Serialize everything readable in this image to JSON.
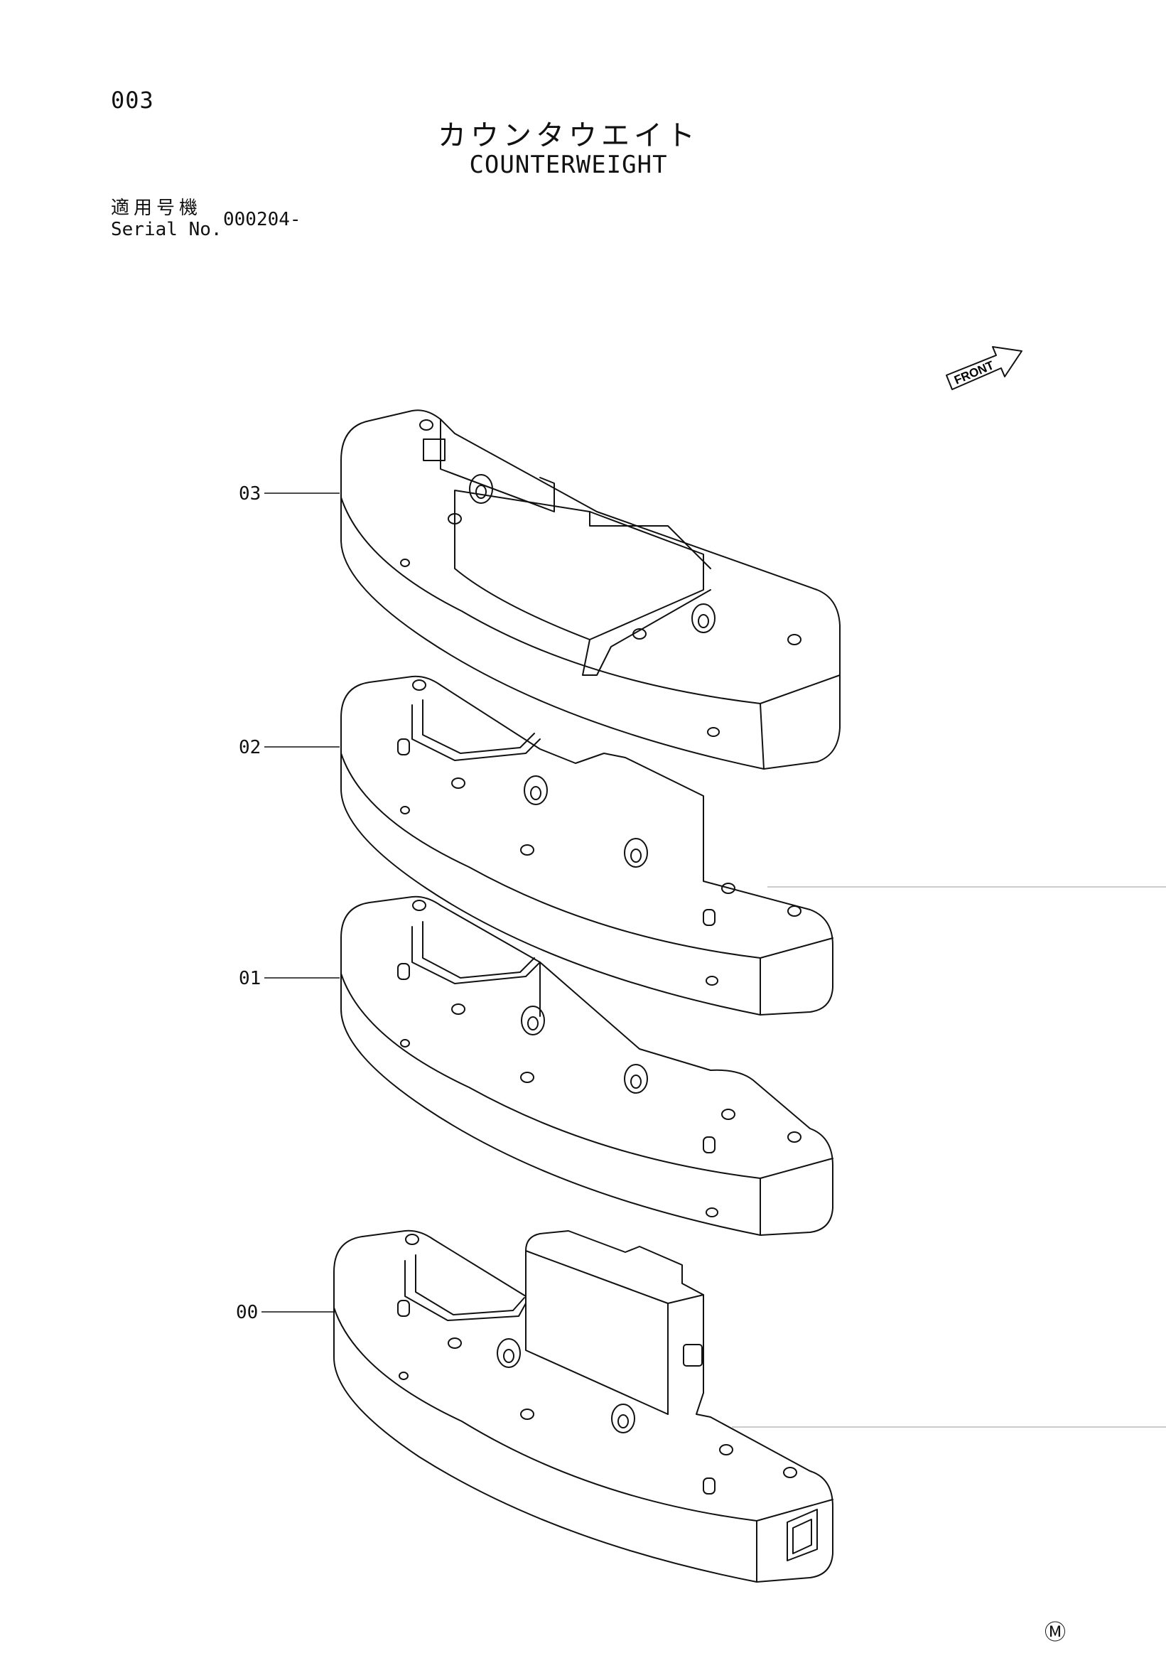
{
  "header": {
    "page_number": "003",
    "title_ja": "カウンタウエイト",
    "title_en": "COUNTERWEIGHT"
  },
  "serial": {
    "label_ja": "適用号機",
    "label_en": "Serial No.",
    "value": "000204-"
  },
  "diagram": {
    "front_label": "FRONT",
    "callouts": [
      "03",
      "02",
      "01",
      "00"
    ]
  },
  "footer": {
    "mark": "Ⓜ"
  }
}
